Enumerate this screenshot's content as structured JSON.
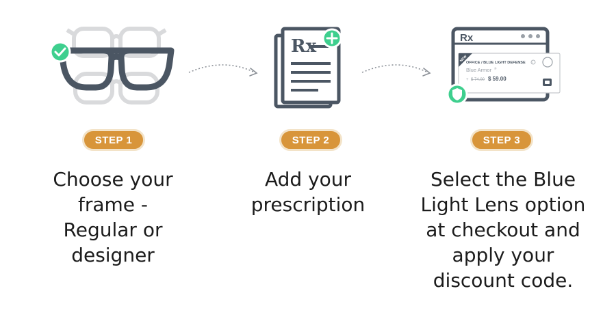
{
  "steps": [
    {
      "badge": "STEP 1",
      "caption_lines": [
        "Choose your",
        "frame -",
        "Regular or",
        "designer"
      ]
    },
    {
      "badge": "STEP 2",
      "caption_lines": [
        "Add your",
        "prescription"
      ],
      "icon_text": "Rx"
    },
    {
      "badge": "STEP 3",
      "caption_lines": [
        "Select the Blue",
        "Light Lens option",
        "at checkout and",
        "apply your",
        "discount code."
      ],
      "card": {
        "header": "Rx",
        "tag": "NEW",
        "category": "OFFICE / BLUE LIGHT DEFENSE",
        "info_icon": "i",
        "product": "Blue Armor",
        "trademark": "®",
        "old_price": "$ 74.00",
        "new_price": "$ 59.00"
      }
    }
  ],
  "icons": {
    "step1": "glasses-icon",
    "step1_badge": "checkmark-icon",
    "step2": "prescription-document-icon",
    "step2_badge": "plus-icon",
    "step3": "checkout-window-icon",
    "step3_badge": "shield-icon"
  },
  "colors": {
    "accent_orange": "#d8953a",
    "green": "#3ecf8e",
    "frame_dark": "#4b5663",
    "frame_light": "#d9dadc",
    "text": "#1c1c1c"
  }
}
